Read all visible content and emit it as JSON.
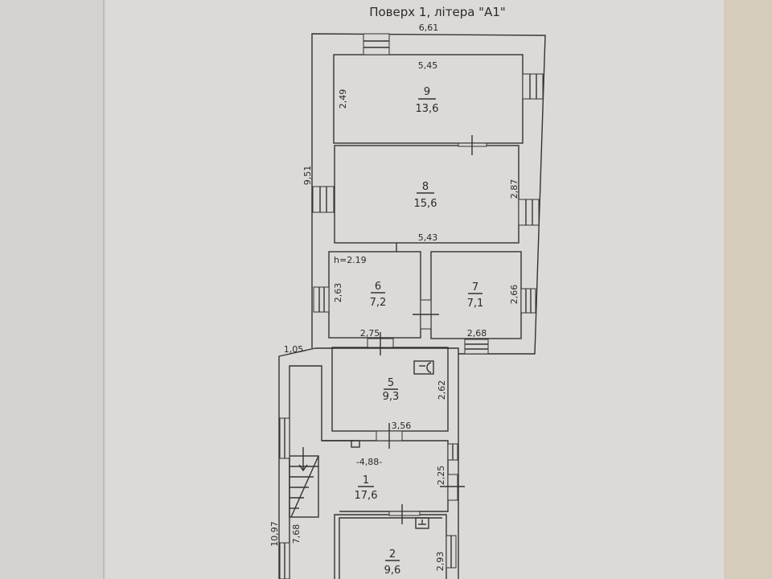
{
  "title": "Поверх 1, літера \"А1\"",
  "dimensions": {
    "outer_top": "6,61",
    "outer_left_upper": "9,51",
    "outer_step": "1,05",
    "outer_left_lower": "10,97",
    "stair_len": "7,68",
    "room9_width": "5,45",
    "room9_height": "2,49",
    "room8_width": "5,43",
    "room8_height": "2,87",
    "ceiling_height": "h=2.19",
    "room6_height": "2,63",
    "room6_width": "2,75",
    "room7_height": "2,66",
    "room7_width": "2,68",
    "room5_height": "2,62",
    "room5_width": "3,56",
    "room1_width": "-4,88-",
    "room1_height": "2,25",
    "room2_height": "2,93"
  },
  "rooms": [
    {
      "number": "9",
      "area": "13,6"
    },
    {
      "number": "8",
      "area": "15,6"
    },
    {
      "number": "6",
      "area": "7,2"
    },
    {
      "number": "7",
      "area": "7,1"
    },
    {
      "number": "5",
      "area": "9,3"
    },
    {
      "number": "1",
      "area": "17,6"
    },
    {
      "number": "2",
      "area": "9,6"
    }
  ]
}
